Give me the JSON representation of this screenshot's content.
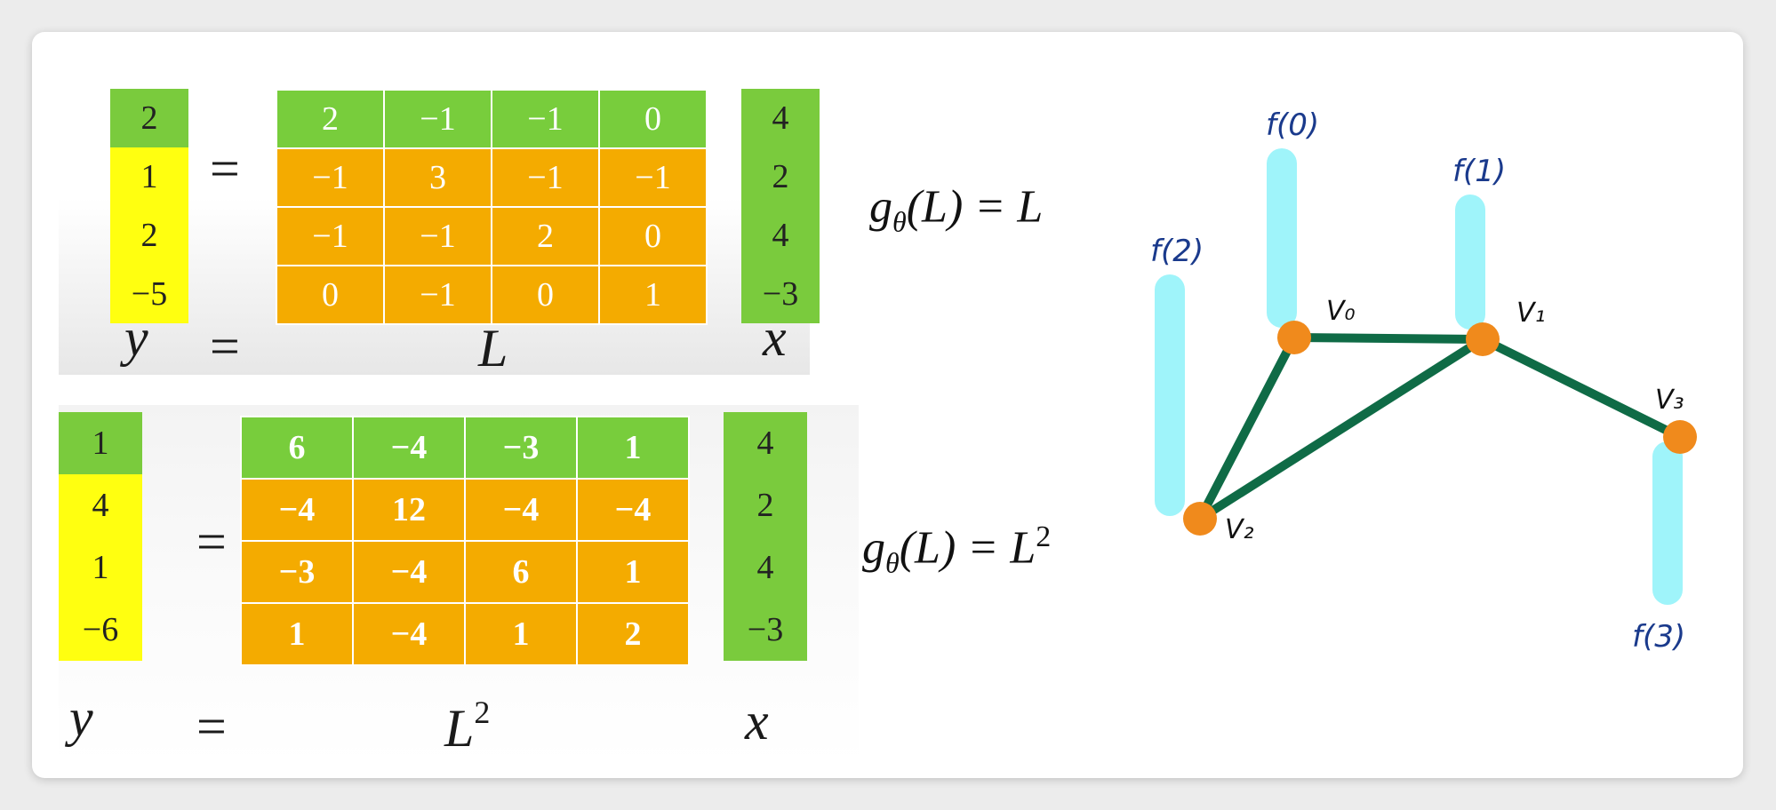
{
  "top": {
    "y": [
      "2",
      "1",
      "2",
      "−5"
    ],
    "matrix": [
      [
        "2",
        "−1",
        "−1",
        "0"
      ],
      [
        "−1",
        "3",
        "−1",
        "−1"
      ],
      [
        "−1",
        "−1",
        "2",
        "0"
      ],
      [
        "0",
        "−1",
        "0",
        "1"
      ]
    ],
    "x": [
      "4",
      "2",
      "4",
      "−3"
    ],
    "labels": {
      "y": "y",
      "eq": "=",
      "mat": "L",
      "x": "x"
    },
    "formula": {
      "g": "g",
      "sub": "θ",
      "arg": "(L) = L",
      "sup": ""
    }
  },
  "bottom": {
    "y": [
      "1",
      "4",
      "1",
      "−6"
    ],
    "matrix": [
      [
        "6",
        "−4",
        "−3",
        "1"
      ],
      [
        "−4",
        "12",
        "−4",
        "−4"
      ],
      [
        "−3",
        "−4",
        "6",
        "1"
      ],
      [
        "1",
        "−4",
        "1",
        "2"
      ]
    ],
    "x": [
      "4",
      "2",
      "4",
      "−3"
    ],
    "labels": {
      "y": "y",
      "eq": "=",
      "mat": "L",
      "mat_sup": "2",
      "x": "x"
    },
    "formula": {
      "g": "g",
      "sub": "θ",
      "arg": "(L) = L",
      "sup": "2"
    }
  },
  "graph": {
    "nodes": [
      {
        "id": "v0",
        "label": "V₀",
        "signal": "f(0)"
      },
      {
        "id": "v1",
        "label": "V₁",
        "signal": "f(1)"
      },
      {
        "id": "v2",
        "label": "V₂",
        "signal": "f(2)"
      },
      {
        "id": "v3",
        "label": "V₃",
        "signal": "f(3)"
      }
    ],
    "edges": [
      [
        "v0",
        "v1"
      ],
      [
        "v0",
        "v2"
      ],
      [
        "v1",
        "v2"
      ],
      [
        "v1",
        "v3"
      ]
    ],
    "colors": {
      "edge": "#0f6b46",
      "node": "#f08a1c",
      "bar": "#9ff4fa",
      "label": "#1a3a8c"
    }
  }
}
